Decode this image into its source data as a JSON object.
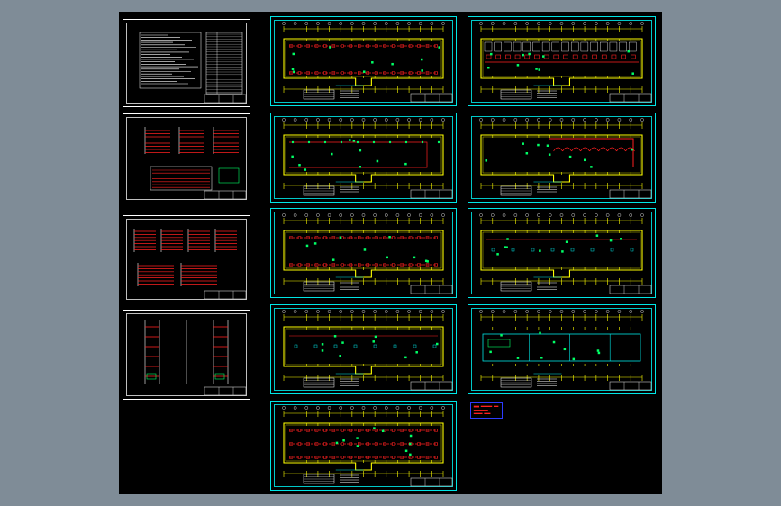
{
  "viewer": {
    "background": "#7f8c97",
    "canvas_color": "#000000"
  },
  "colors": {
    "wall": "#ffff00",
    "grid": "#ffff00",
    "wiring": "#ff2020",
    "fixture": "#00ff66",
    "frame_white": "#ffffff",
    "frame_cyan": "#00e5e5",
    "legend_border": "#2c3cff"
  },
  "sheets": [
    {
      "id": "design-notes",
      "kind": "notes",
      "frame": "white"
    },
    {
      "id": "distribution-system",
      "kind": "system",
      "frame": "white"
    },
    {
      "id": "panel-schedules",
      "kind": "panels",
      "frame": "white"
    },
    {
      "id": "riser-diagram",
      "kind": "riser",
      "frame": "white"
    },
    {
      "id": "floor-plan-1",
      "kind": "plan-lighting",
      "frame": "cyan"
    },
    {
      "id": "floor-plan-2",
      "kind": "plan-power",
      "frame": "cyan"
    },
    {
      "id": "floor-plan-3",
      "kind": "plan-lighting",
      "frame": "cyan"
    },
    {
      "id": "floor-plan-4",
      "kind": "plan-sparse",
      "frame": "cyan"
    },
    {
      "id": "floor-plan-5",
      "kind": "plan-dense",
      "frame": "cyan"
    },
    {
      "id": "floor-plan-6",
      "kind": "plan-rooms",
      "frame": "cyan"
    },
    {
      "id": "floor-plan-7",
      "kind": "plan-roof-wiring",
      "frame": "cyan"
    },
    {
      "id": "floor-plan-8",
      "kind": "plan-sparse-right",
      "frame": "cyan"
    },
    {
      "id": "floor-plan-9",
      "kind": "plan-outline",
      "frame": "cyan"
    }
  ],
  "legend_box": {
    "frame": "blue"
  }
}
